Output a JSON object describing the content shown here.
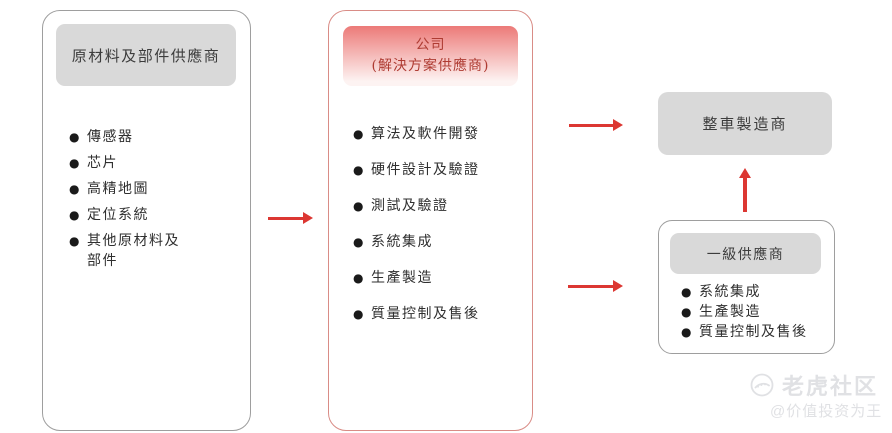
{
  "figure": {
    "suppliers": {
      "title": "原材料及部件供應商",
      "items": [
        "傳感器",
        "芯片",
        "高精地圖",
        "定位系統",
        "其他原材料及\n部件"
      ]
    },
    "company": {
      "title": "公司",
      "subtitle": "(解決方案供應商)",
      "items": [
        "算法及軟件開發",
        "硬件設計及驗證",
        "測試及驗證",
        "系統集成",
        "生產製造",
        "質量控制及售後"
      ]
    },
    "oem": {
      "title": "整車製造商"
    },
    "tier1": {
      "title": "一級供應商",
      "items": [
        "系統集成",
        "生產製造",
        "質量控制及售後"
      ]
    }
  },
  "watermark": {
    "brand": "老虎社区",
    "handle": "@价值投资为王"
  },
  "colors": {
    "arrow_red": "#dc3732",
    "box_border_gray": "#9e9e9e",
    "header_gray": "#d9d9d9",
    "company_border": "#d98c86",
    "company_header_top": "#ec7a78",
    "company_header_bottom": "#fdf3f2",
    "company_text": "#ae3b32",
    "body_text": "#2f2f2f",
    "watermark_gray": "#e0e1e4"
  }
}
